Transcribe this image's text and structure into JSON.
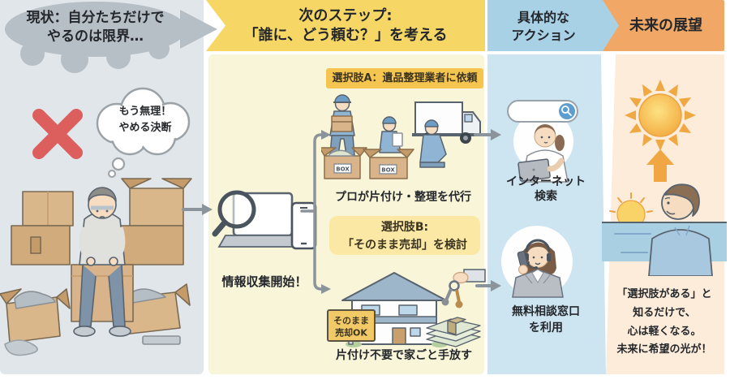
{
  "headers": {
    "step1": {
      "line1": "現状：自分たちだけで",
      "line2": "やるのは限界…"
    },
    "step2": {
      "line1": "次のステップ:",
      "line2": "「誰に、どう頼む？」を考える"
    },
    "step3": {
      "line1": "具体的な",
      "line2": "アクション"
    },
    "step4": {
      "label": "未来の展望"
    }
  },
  "current_column": {
    "thought_bubble": {
      "line1": "もう無理！",
      "line2": "やめる決断"
    }
  },
  "next_step_column": {
    "research_caption": "情報収集開始！",
    "option_a": {
      "badge": "選択肢A：遺品整理業者に依頼",
      "caption": "プロが片付け・整理を代行",
      "box_label_1": "BOX",
      "box_label_2": "BOX"
    },
    "option_b": {
      "badge_line1": "選択肢B:",
      "badge_line2": "「そのまま売却」を検討",
      "sign_line1": "そのまま",
      "sign_line2": "売却OK",
      "caption": "片付け不要で家ごと手放す"
    }
  },
  "action_column": {
    "internet": {
      "line1": "インターネット",
      "line2": "検索"
    },
    "consult": {
      "line1": "無料相談窓口",
      "line2": "を利用"
    }
  },
  "future_column": {
    "message": {
      "line1": "「選択肢がある」と",
      "line2": "知るだけで、",
      "line3": "心は軽くなる。",
      "line4": "未来に希望の光が！"
    }
  },
  "colors": {
    "col1_header": "#b7bfc6",
    "col1_body": "#e1e6ea",
    "col2_header": "#f6d765",
    "col2_body": "#f9f5d9",
    "col3_header": "#a9d1e6",
    "col3_body": "#cde4f1",
    "col4_header": "#f1a765",
    "col4_body": "#fcecd9",
    "x_mark": "#dc5f5e",
    "badge_a": "#f5c54f",
    "badge_b": "#fbe8a4",
    "sign": "#f1ca67",
    "arrow_gray": "#8b949b",
    "accent_orange": "#f0a643"
  },
  "icons": [
    "x-mark-icon",
    "thought-bubble",
    "magnifier-icon",
    "laptop-icon",
    "smartphone-icon",
    "truck-icon",
    "cardboard-box-icon",
    "house-icon",
    "sale-sign",
    "key-icon",
    "money-icon",
    "search-bar",
    "tablet-icon",
    "headset-icon",
    "sun-icon",
    "up-arrow-icon",
    "sunrise-illustration"
  ]
}
